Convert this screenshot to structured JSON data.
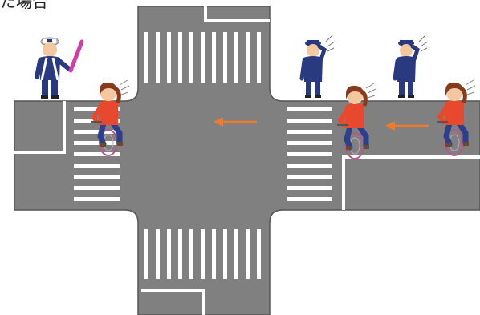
{
  "caption": "た場合",
  "colors": {
    "road": "#808080",
    "road_edge": "#555555",
    "marking": "#ffffff",
    "arrow": "#f07a2a",
    "cyclist_shirt": "#e8492e",
    "cyclist_pants": "#2b3f8c",
    "officer_uniform": "#2a3a80",
    "guard_baton": "#d63aa8",
    "hair": "#8a3a1c"
  },
  "figures": [
    {
      "name": "crossing-guard-with-baton"
    },
    {
      "name": "police-officer-saluting"
    },
    {
      "name": "police-officer-saluting"
    },
    {
      "name": "cyclist"
    },
    {
      "name": "cyclist"
    },
    {
      "name": "cyclist"
    }
  ],
  "arrows": [
    {
      "name": "direction-arrow-left",
      "direction": "left"
    },
    {
      "name": "direction-arrow-left",
      "direction": "left"
    }
  ]
}
